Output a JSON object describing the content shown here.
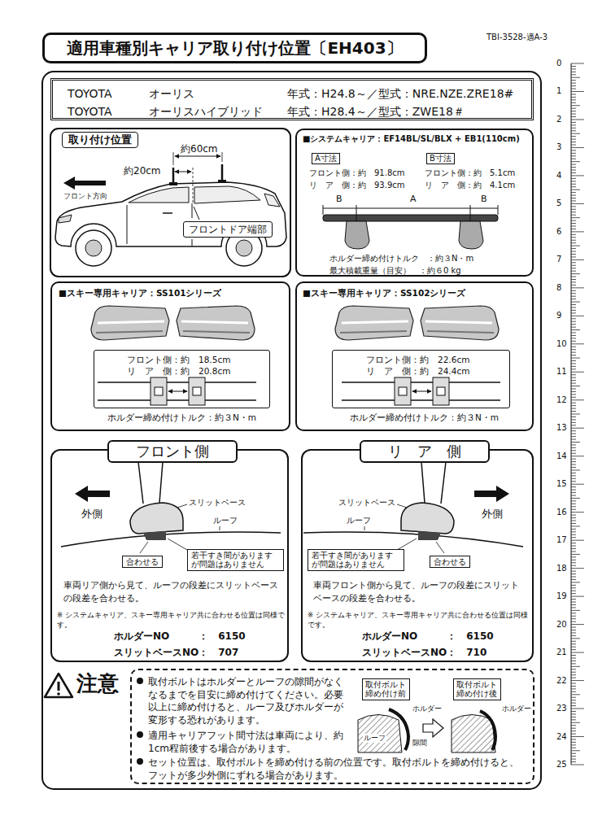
{
  "diagram": {
    "title": "適用車種別キャリア取り付け位置〔EH403〕",
    "nodes": [
      {
        "text": [
          "TOYOTA",
          "オーリス",
          "年式：H24.8～／型式：NRE.NZE.ZRE18#",
          "TOYOTA",
          "オーリスハイブリッド",
          "年式：H28.4～／型式：ZWE18＃"
        ]
      },
      {
        "text": [
          "取り付け位置"
        ]
      },
      {
        "text": [
          "フロントドア端部"
        ]
      },
      {
        "text": [
          "■システムキャリア：EF14BL/SL/BLX + EB1(110cm)"
        ]
      },
      {
        "text": [
          "A寸法"
        ],
        "in": 3
      },
      {
        "text": [
          "B寸法"
        ],
        "in": 3
      },
      {
        "text": [
          "■スキー専用キャリア：SS101シリーズ"
        ]
      },
      {
        "text": [
          "フロント側：約　18.5cm",
          "リ　ア　側：約　20.8cm"
        ],
        "in": 6
      },
      {
        "text": [
          "■スキー専用キャリア：SS102シリーズ"
        ]
      },
      {
        "text": [
          "フロント側：約　22.6cm",
          "リ　ア　側：約　24.4cm"
        ],
        "in": 8
      },
      {
        "text": [
          "フロント側"
        ]
      },
      {
        "text": [
          "若干すき間がありますが問題はありません"
        ],
        "in": 10
      },
      {
        "text": [
          "合わせる"
        ],
        "in": 10
      },
      {
        "text": [
          "リ　ア　側"
        ]
      },
      {
        "text": [
          "若干すき間がありますが問題はありません"
        ],
        "in": 13
      },
      {
        "text": [
          "合わせる"
        ],
        "in": 13
      },
      {
        "text": [
          "注意",
          "取付ボルトはホルダーとルーフの隙間がなくなるまでを目安に締め付けてください。必要以上に締め付けると、ルーフ及びホルダーが変形する恐れがあります。",
          "適用キャリアフット間寸法は車両により、約1cm程前後する場合があります。",
          "セット位置は、取付ボルトを締め付ける前の位置です。取付ボルトを締め付けると、フットが多少外側にずれる場合があります。"
        ]
      },
      {
        "text": [
          "取付ボルト締め付け前"
        ],
        "in": 16
      },
      {
        "text": [
          "取付ボルト締め付け後"
        ],
        "in": 16
      }
    ],
    "labels": [
      "TBI-3528-適A-3",
      "0",
      "1",
      "2",
      "3",
      "4",
      "5",
      "6",
      "7",
      "8",
      "9",
      "10",
      "11",
      "12",
      "13",
      "14",
      "15",
      "16",
      "17",
      "18",
      "19",
      "20",
      "21",
      "22",
      "23",
      "24",
      "25",
      "約60cm",
      "約20cm",
      "フロント方向",
      "フロント側：約　91.8cm",
      "リ　ア　側：約　93.9cm",
      "フロント側：約　5.1cm",
      "リ　ア　側：約　4.1cm",
      "B",
      "A",
      "B",
      "ホルダー締め付けトルク　：約３N・m",
      "最大積載重量（目安）　：約６0 kg",
      "ホルダー締め付けトルク：約３N・m",
      "ホルダー締め付けトルク：約３N・m",
      "外側",
      "スリットベース",
      "ルーフ",
      "車両リア側から見て、ルーフの段差にスリットベースの段差を合わせる。",
      "※ システムキャリア、スキー専用キャリア共に合わせる位置は同様です。",
      "ホルダーNO　　　：　6150",
      "スリットベースNO：　707",
      "スリットベース",
      "外側",
      "ルーフ",
      "車両フロント側から見て、ルーフの段差にスリットベースの段差を合わせる。",
      "※ システムキャリア、スキー専用キャリア共に合わせる位置は同様です。",
      "ホルダーNO　　　：　6150",
      "スリットベースNO：　710",
      "ホルダー",
      "ルーフ",
      "隙間",
      "ホルダー"
    ]
  }
}
